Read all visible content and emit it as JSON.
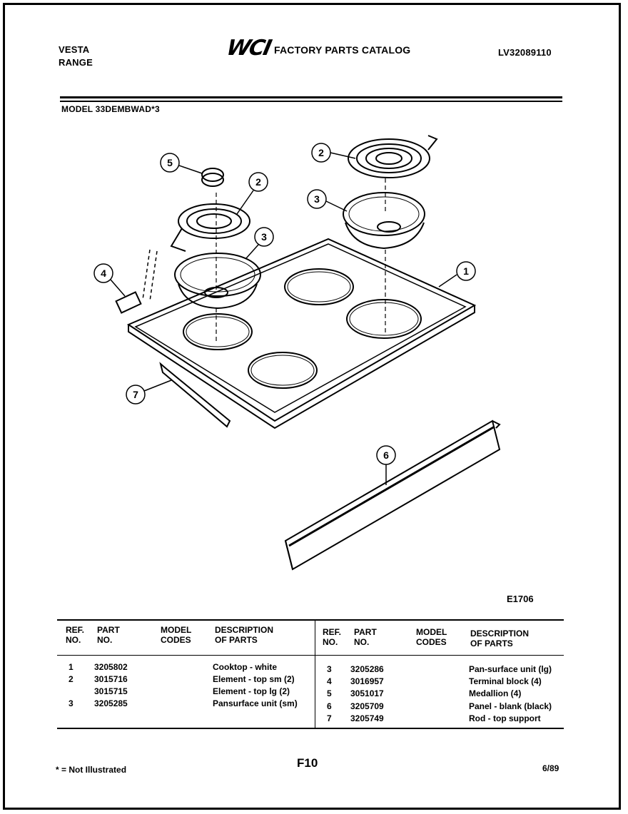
{
  "header": {
    "brand": "VESTA",
    "product": "RANGE",
    "logo_text": "WCI",
    "catalog_title": "FACTORY PARTS CATALOG",
    "catalog_code": "LV32089110",
    "model": "MODEL 33DEMBWAD*3"
  },
  "figure": {
    "code": "E1706",
    "callouts": [
      "1",
      "2",
      "2",
      "3",
      "3",
      "4",
      "5",
      "6",
      "7"
    ]
  },
  "table": {
    "left_headers": {
      "ref": [
        "REF.",
        "NO."
      ],
      "part": [
        "PART",
        "NO."
      ],
      "model": [
        "MODEL",
        "CODES"
      ],
      "desc": [
        "DESCRIPTION",
        "OF PARTS"
      ]
    },
    "right_headers": {
      "ref": [
        "REF.",
        "NO."
      ],
      "part": [
        "PART",
        "NO."
      ],
      "model": [
        "MODEL",
        "CODES"
      ],
      "desc": [
        "DESCRIPTION",
        "OF PARTS"
      ]
    },
    "left_rows": [
      {
        "ref": "1",
        "part": "3205802",
        "desc": "Cooktop - white"
      },
      {
        "ref": "2",
        "part": "3015716",
        "desc": "Element - top sm (2)"
      },
      {
        "ref": "",
        "part": "3015715",
        "desc": "Element - top lg (2)"
      },
      {
        "ref": "3",
        "part": "3205285",
        "desc": "Pansurface unit (sm)"
      }
    ],
    "right_rows": [
      {
        "ref": "3",
        "part": "3205286",
        "desc": "Pan-surface unit (lg)"
      },
      {
        "ref": "4",
        "part": "3016957",
        "desc": "Terminal block (4)"
      },
      {
        "ref": "5",
        "part": "3051017",
        "desc": "Medallion (4)"
      },
      {
        "ref": "6",
        "part": "3205709",
        "desc": "Panel - blank (black)"
      },
      {
        "ref": "7",
        "part": "3205749",
        "desc": "Rod - top support"
      }
    ]
  },
  "footer": {
    "note": "* = Not Illustrated",
    "page": "F10",
    "date": "6/89"
  }
}
